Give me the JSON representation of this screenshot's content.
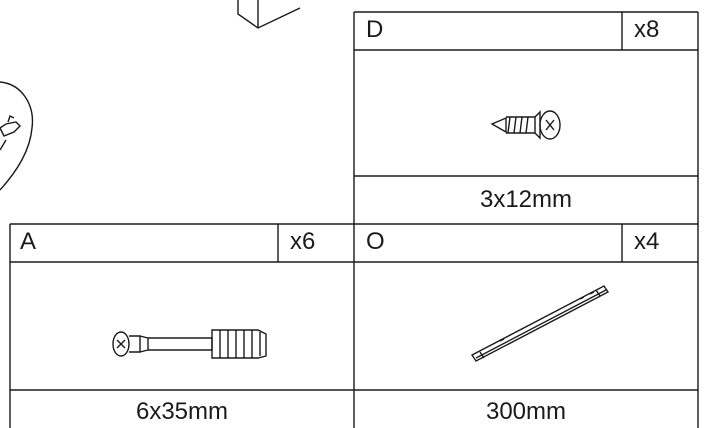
{
  "parts": [
    {
      "letter": "D",
      "quantity": "x8",
      "size": "3x12mm",
      "icon": "wood-screw-icon"
    },
    {
      "letter": "A",
      "quantity": "x6",
      "size": "6x35mm",
      "icon": "cam-bolt-dowel-icon"
    },
    {
      "letter": "O",
      "quantity": "x4",
      "size": "300mm",
      "icon": "metal-rail-icon"
    }
  ]
}
